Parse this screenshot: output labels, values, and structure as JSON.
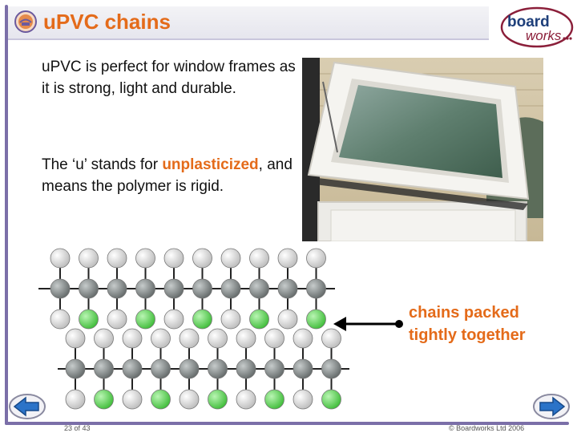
{
  "slide": {
    "title": "uPVC chains",
    "paragraph1": "uPVC is perfect for window frames as it is strong, light and durable.",
    "paragraph2_before": "The ‘u’ stands for ",
    "paragraph2_highlight": "unplasticized",
    "paragraph2_after": ", and means the polymer is rigid.",
    "chain_label_line1": "chains packed",
    "chain_label_line2": "tightly together"
  },
  "logo": {
    "line1": "board",
    "line2": "works"
  },
  "footer": {
    "page_number": "23 of 43",
    "copyright": "© Boardworks Ltd 2006"
  },
  "colors": {
    "accent": "#e46b1a",
    "frame": "#7b6fa8",
    "nav_blue": "#2b73c8",
    "chlorine_green": "#5fd65a",
    "carbon_gray": "#7f8585",
    "hydrogen_gray": "#d3d3d3"
  },
  "diagram": {
    "green_top": [
      1,
      3,
      5,
      7,
      9
    ],
    "green_bottom": [
      1,
      3,
      5,
      7,
      9
    ]
  }
}
